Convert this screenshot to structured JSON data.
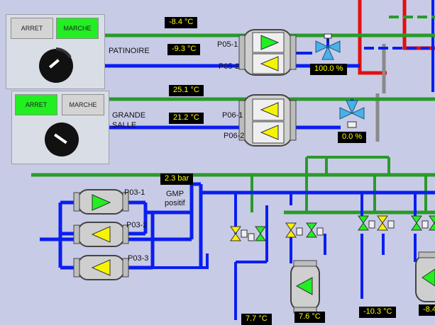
{
  "controls": {
    "patinoire": {
      "stop_label": "ARRET",
      "run_label": "MARCHE",
      "active": "run"
    },
    "grande_salle": {
      "stop_label": "ARRET",
      "run_label": "MARCHE",
      "active": "stop"
    }
  },
  "circuits": {
    "patinoire": {
      "name": "PATINOIRE",
      "supply_temp": "-8.4 °C",
      "return_temp": "-9.3 °C",
      "pump_label_1": "P05-1",
      "pump_label_2": "P05-2",
      "valve_opening": "100.0 %"
    },
    "grande_salle": {
      "name_line1": "GRANDE",
      "name_line2": "SALLE",
      "supply_temp": "25.1 °C",
      "return_temp": "21.2 °C",
      "pump_label_1": "P06-1",
      "pump_label_2": "P06-2",
      "valve_opening": "0.0 %"
    }
  },
  "gmp": {
    "pressure": "2.3 bar",
    "label_line1": "GMP",
    "label_line2": "positif",
    "pump_labels": [
      "P03-1",
      "P03-2",
      "P03-3"
    ]
  },
  "branches": {
    "temps": [
      "7.7 °C",
      "7.6 °C",
      "-10.3 °C",
      "-8.4"
    ]
  },
  "colors": {
    "supply_pipe": "#2a9a2a",
    "return_pipe": "#0a1ef0",
    "hot_pipe": "#e01010",
    "inactive_pipe": "#8a8a8a",
    "pump_arrow_active": "#22ee22",
    "pump_arrow_idle": "#f5f500",
    "value_text": "#ffff00"
  }
}
